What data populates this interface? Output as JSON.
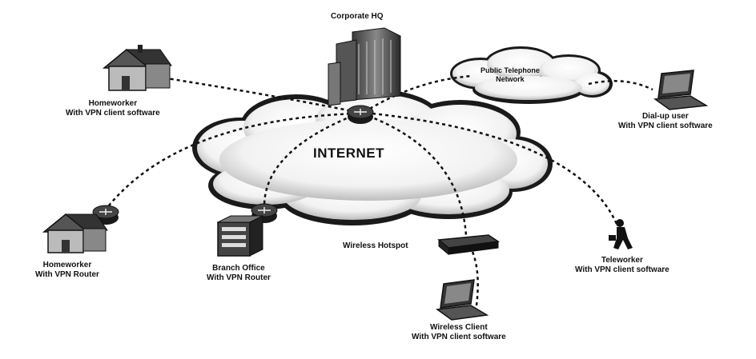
{
  "diagram": {
    "center_label": "INTERNET",
    "corporate_hq": "Corporate HQ",
    "pstn": {
      "line1": "Public Telephone",
      "line2": "Network"
    },
    "homeworker_top": {
      "line1": "Homeworker",
      "line2": "With VPN client software"
    },
    "dialup": {
      "line1": "Dial-up user",
      "line2": "With VPN client software"
    },
    "homeworker_router": {
      "line1": "Homeworker",
      "line2": "With VPN Router"
    },
    "branch_office": {
      "line1": "Branch Office",
      "line2": "With VPN Router"
    },
    "wireless_hotspot": "Wireless Hotspot",
    "wireless_client": {
      "line1": "Wireless Client",
      "line2": "With VPN client software"
    },
    "teleworker": {
      "line1": "Teleworker",
      "line2": "With VPN client software"
    }
  }
}
